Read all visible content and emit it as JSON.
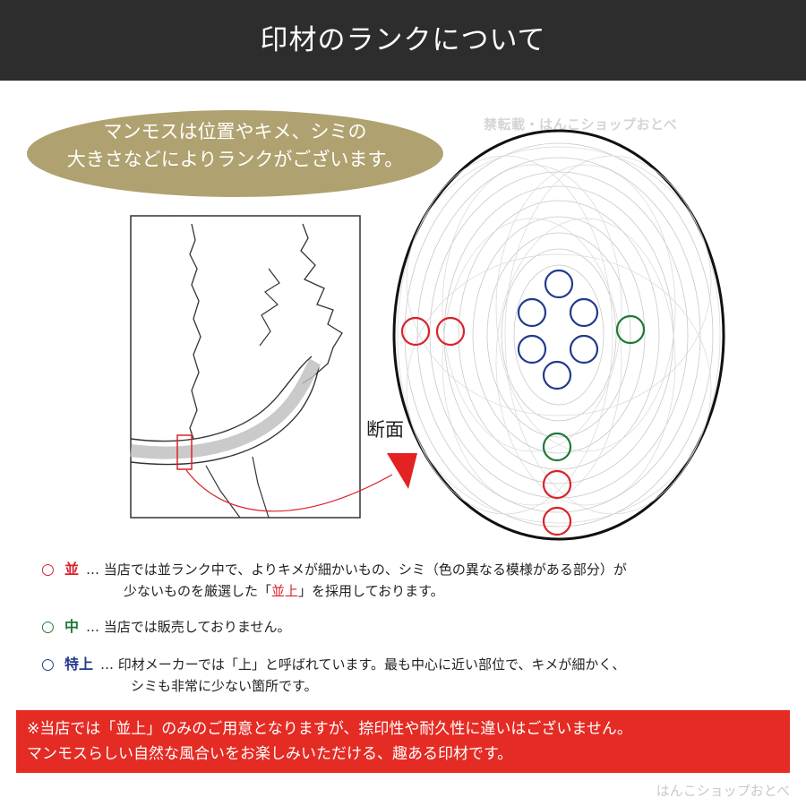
{
  "header": {
    "title": "印材のランクについて"
  },
  "bubble": {
    "line1": "マンモスは位置やキメ、シミの",
    "line2": "大きさなどによりランクがございます。"
  },
  "watermarks": {
    "top_right": "禁転載・はんこショップおとべ",
    "sketch": "禁転載・はんこショップおとべ",
    "footer": "はんこショップおとべ"
  },
  "diagram": {
    "section_label": "断面",
    "colors": {
      "red": "#d9232b",
      "green": "#1e7a38",
      "blue": "#233a8c"
    }
  },
  "legend": [
    {
      "mark": "○",
      "key": "並",
      "sep": "…",
      "line1": "当店では並ランク中で、よりキメが細かいもの、シミ（色の異なる模様がある部分）が",
      "line2_pre": "少ないものを厳選した「",
      "line2_em": "並上",
      "line2_post": "」を採用しております。"
    },
    {
      "mark": "○",
      "key": "中",
      "sep": "…",
      "line1": "当店では販売しておりません。"
    },
    {
      "mark": "○",
      "key": "特上",
      "sep": "…",
      "line1": "印材メーカーでは「上」と呼ばれています。最も中心に近い部位で、キメが細かく、",
      "line2": "シミも非常に少ない箇所です。"
    }
  ],
  "notice": {
    "line1": "※当店では「並上」のみのご用意となりますが、捺印性や耐久性に違いはございません。",
    "line2": "マンモスらしい自然な風合いをお楽しみいただける、趣ある印材です。"
  }
}
